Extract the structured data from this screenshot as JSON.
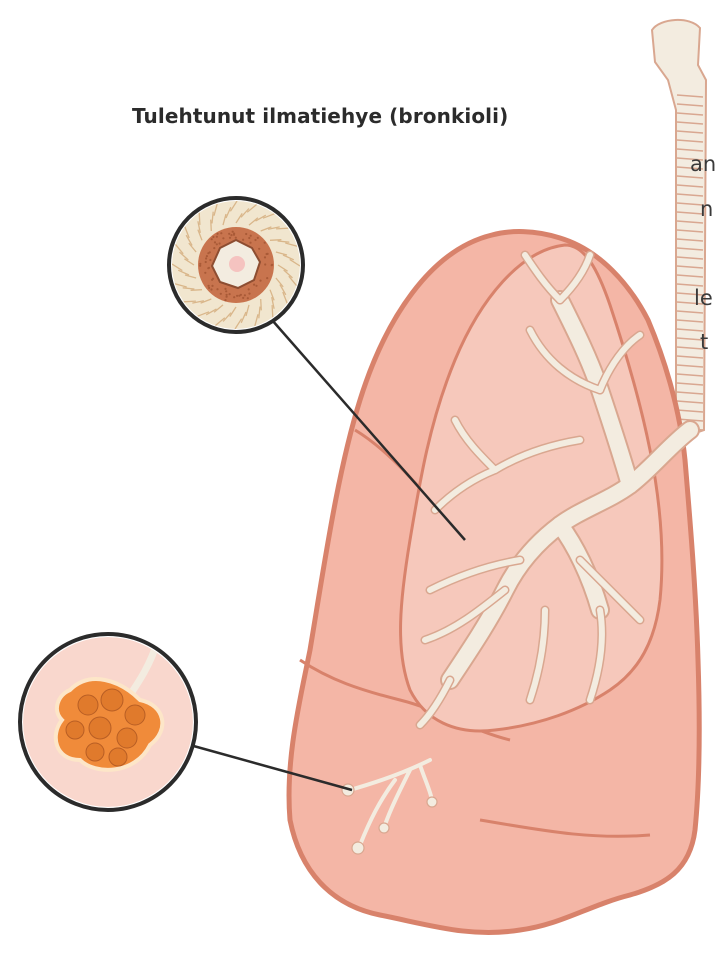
{
  "labels": {
    "title": "Tulehtunut ilmatiehye (bronkioli)"
  },
  "left_text_fragments": [
    "an",
    "n",
    "le",
    "t"
  ],
  "colors": {
    "lung_fill": "#f4b6a6",
    "lung_outline": "#d8826b",
    "lobe_fill": "#f6c8bb",
    "airway": "#f3ece0",
    "airway_outline": "#d9a790",
    "bronchiole_wall": "#f1e6cf",
    "bronchiole_muscle": "#c8744e",
    "alveoli": "#f08b3a",
    "alveoli_outline": "#b85e24",
    "leader_line": "#2b2b2b"
  },
  "icons": {
    "bronchiole_magnifier": "bronchiole-cross-section-icon",
    "alveoli_magnifier": "alveoli-cluster-icon"
  }
}
